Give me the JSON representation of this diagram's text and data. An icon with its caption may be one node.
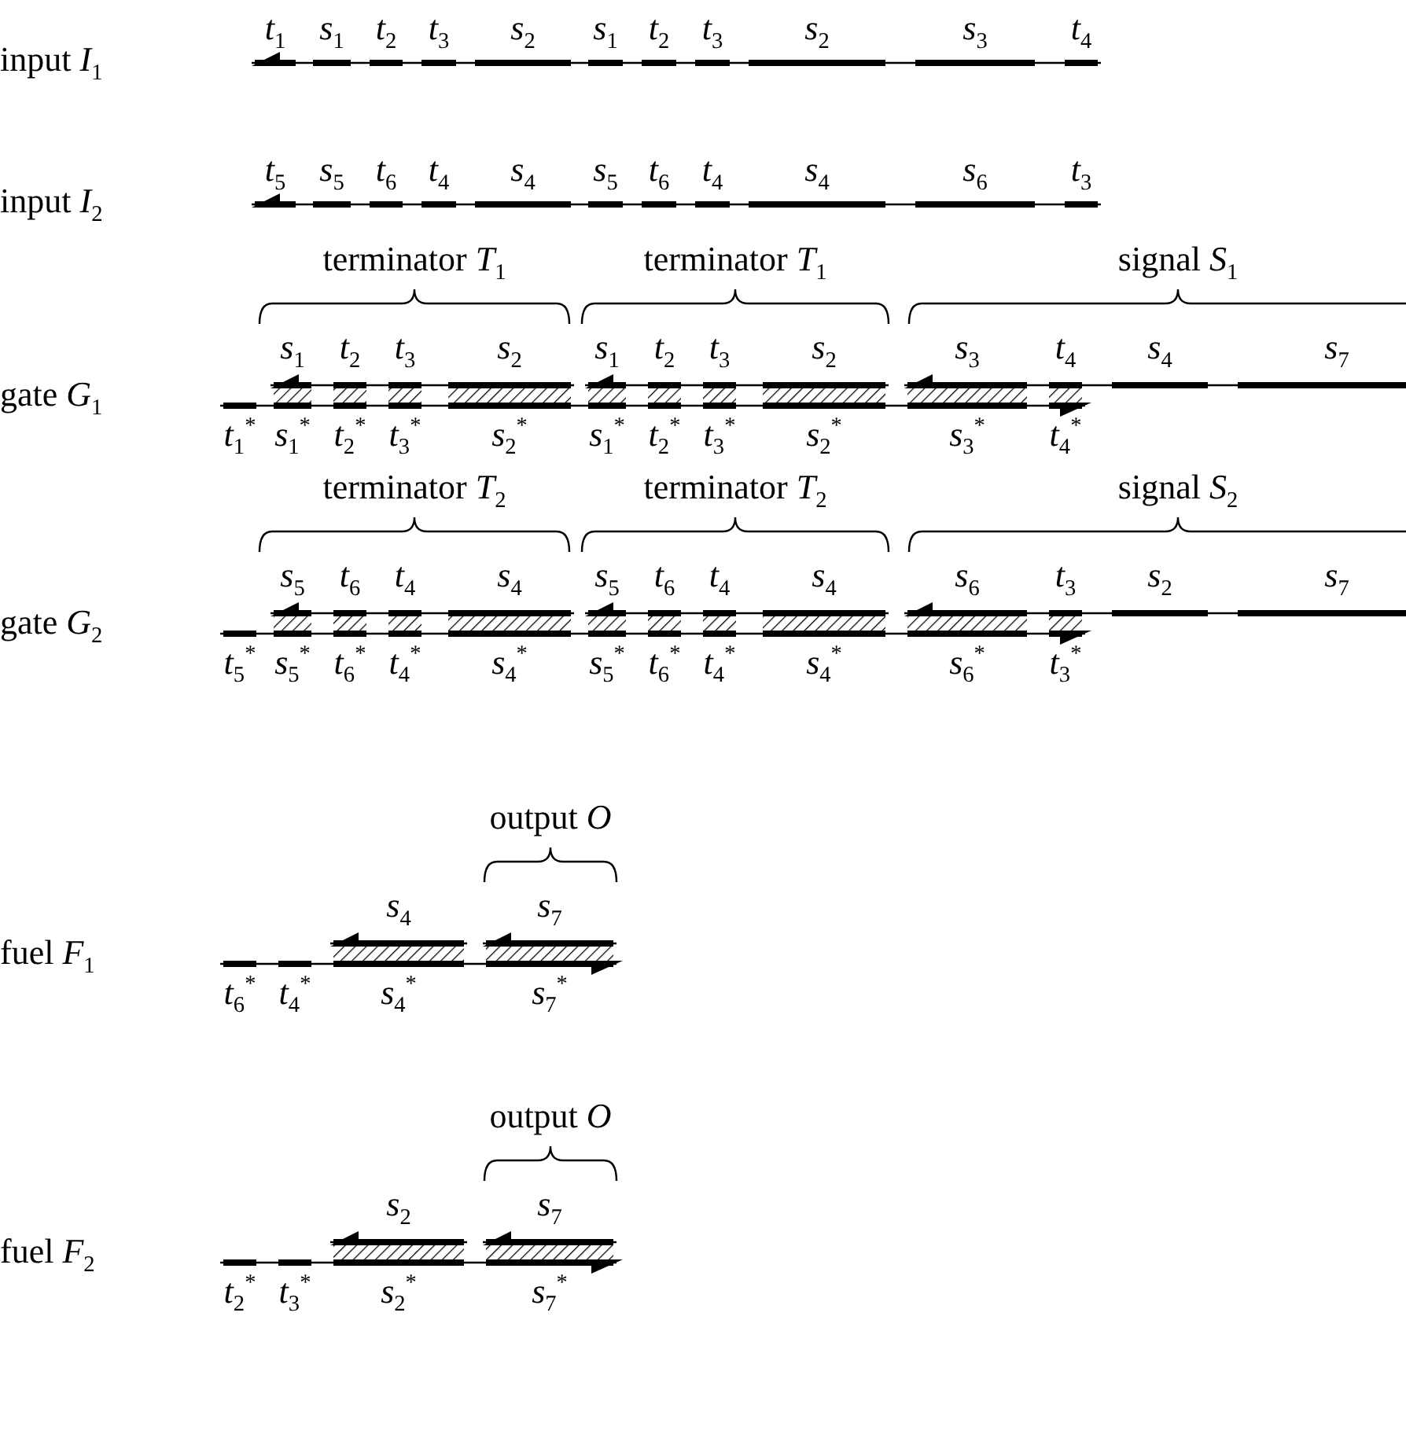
{
  "diagram": {
    "labels": [
      "input *I*$_{1}$",
      "*t*$_{1}$",
      "*s*$_{1}$",
      "*t*$_{2}$",
      "*t*$_{3}$",
      "*s*$_{2}$",
      "*s*$_{1}$",
      "*t*$_{2}$",
      "*t*$_{3}$",
      "*s*$_{2}$",
      "*s*$_{3}$",
      "*t*$_{4}$",
      "input *I*$_{2}$",
      "*t*$_{5}$",
      "*s*$_{5}$",
      "*t*$_{6}$",
      "*t*$_{4}$",
      "*s*$_{4}$",
      "*s*$_{5}$",
      "*t*$_{6}$",
      "*t*$_{4}$",
      "*s*$_{4}$",
      "*s*$_{6}$",
      "*t*$_{3}$",
      "terminator *T*$_{1}$",
      "terminator *T*$_{1}$",
      "signal *S*$_{1}$",
      "gate *G*$_{1}$",
      "*s*$_{1}$",
      "*t*$_{2}$",
      "*t*$_{3}$",
      "*s*$_{2}$",
      "*s*$_{1}$",
      "*t*$_{2}$",
      "*t*$_{3}$",
      "*s*$_{2}$",
      "*s*$_{3}$",
      "*t*$_{4}$",
      "*s*$_{4}$",
      "*s*$_{7}$",
      "*t*$_{1}$$^{*}$",
      "*s*$_{1}$$^{*}$",
      "*t*$_{2}$$^{*}$",
      "*t*$_{3}$$^{*}$",
      "*s*$_{2}$$^{*}$",
      "*s*$_{1}$$^{*}$",
      "*t*$_{2}$$^{*}$",
      "*t*$_{3}$$^{*}$",
      "*s*$_{2}$$^{*}$",
      "*s*$_{3}$$^{*}$",
      "*t*$_{4}$$^{*}$",
      "terminator *T*$_{2}$",
      "terminator *T*$_{2}$",
      "signal *S*$_{2}$",
      "gate *G*$_{2}$",
      "*s*$_{5}$",
      "*t*$_{6}$",
      "*t*$_{4}$",
      "*s*$_{4}$",
      "*s*$_{5}$",
      "*t*$_{6}$",
      "*t*$_{4}$",
      "*s*$_{4}$",
      "*s*$_{6}$",
      "*t*$_{3}$",
      "*s*$_{2}$",
      "*s*$_{7}$",
      "*t*$_{5}$$^{*}$",
      "*s*$_{5}$$^{*}$",
      "*t*$_{6}$$^{*}$",
      "*t*$_{4}$$^{*}$",
      "*s*$_{4}$$^{*}$",
      "*s*$_{5}$$^{*}$",
      "*t*$_{6}$$^{*}$",
      "*t*$_{4}$$^{*}$",
      "*s*$_{4}$$^{*}$",
      "*s*$_{6}$$^{*}$",
      "*t*$_{3}$$^{*}$",
      "output *O*",
      "fuel *F*$_{1}$",
      "*s*$_{4}$",
      "*s*$_{7}$",
      "*t*$_{6}$$^{*}$",
      "*t*$_{4}$$^{*}$",
      "*s*$_{4}$$^{*}$",
      "*s*$_{7}$$^{*}$",
      "output *O*",
      "fuel *F*$_{2}$",
      "*s*$_{2}$",
      "*s*$_{7}$",
      "*t*$_{2}$$^{*}$",
      "*t*$_{3}$$^{*}$",
      "*s*$_{2}$$^{*}$",
      "*s*$_{7}$$^{*}$"
    ]
  }
}
